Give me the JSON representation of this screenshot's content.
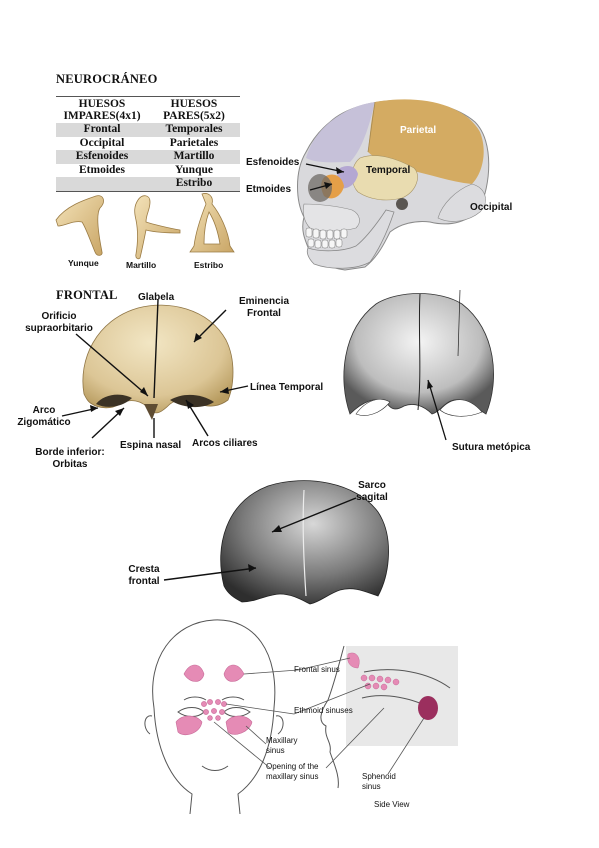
{
  "neurocraneo": {
    "title": "NEUROCRÁNEO",
    "headers": [
      "HUESOS IMPARES(4x1)",
      "HUESOS PARES(5x2)"
    ],
    "rows": [
      [
        "Frontal",
        "Temporales"
      ],
      [
        "Occipital",
        "Parietales"
      ],
      [
        "Esfenoides",
        "Martillo"
      ],
      [
        "Etmoides",
        "Yunque"
      ],
      [
        "",
        "Estribo"
      ]
    ],
    "ossicles": [
      "Yunque",
      "Martillo",
      "Estribo"
    ],
    "skull_labels": {
      "parietal": "Parietal",
      "temporal": "Temporal",
      "occipital": "Occipital",
      "esfenoides": "Esfenoides",
      "etmoides": "Etmoides"
    }
  },
  "frontal": {
    "title": "FRONTAL",
    "labels": {
      "glabela": "Glabela",
      "eminencia": "Eminencia Frontal",
      "orificio": "Orificio supraorbitario",
      "linea_temporal": "Línea Temporal",
      "arco_zigomatico": "Arco Zigomático",
      "borde_inferior": "Borde inferior: Orbitas",
      "espina_nasal": "Espina nasal",
      "arcos_ciliares": "Arcos ciliares",
      "sutura": "Sutura metópica",
      "surco_sagital": "Sarco sagital",
      "cresta_frontal": "Cresta frontal"
    }
  },
  "sinus": {
    "labels": {
      "frontal": "Frontal sinus",
      "ethmoid": "Ethmoid sinuses",
      "maxillary": "Maxillary sinus",
      "opening": "Opening of the maxillary sinus",
      "sphenoid": "Sphenoid sinus",
      "side_view": "Side View"
    }
  },
  "colors": {
    "bone": "#e6d7b0",
    "parietal": "#d4ab62",
    "temporal": "#e9dcb0",
    "sphenoid": "#b4a7d2",
    "ethmoid": "#e59f48",
    "sinus_pink": "#e58bb5"
  }
}
